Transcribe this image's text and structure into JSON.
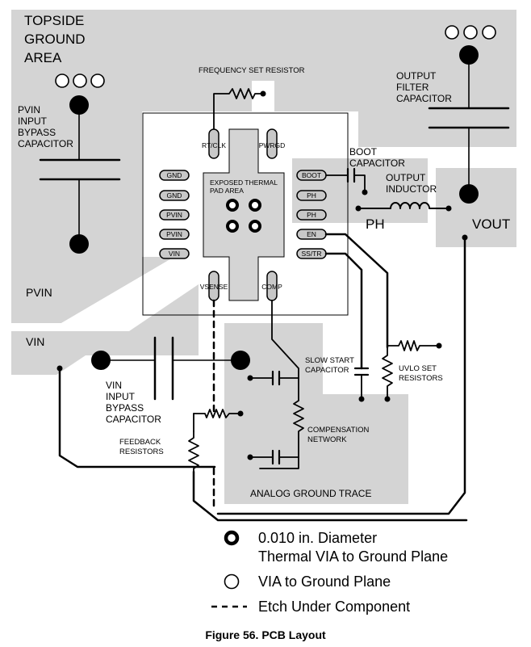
{
  "topside_ground_area": [
    "TOPSIDE",
    "GROUND",
    "AREA"
  ],
  "labels": {
    "frequency_set_resistor": "FREQUENCY SET RESISTOR",
    "pvin_input_bypass_capacitor": [
      "PVIN",
      "INPUT",
      "BYPASS",
      "CAPACITOR"
    ],
    "output_filter_capacitor": [
      "OUTPUT",
      "FILTER",
      "CAPACITOR"
    ],
    "boot_capacitor": [
      "BOOT",
      "CAPACITOR"
    ],
    "output_inductor": [
      "OUTPUT",
      "INDUCTOR"
    ],
    "ph": "PH",
    "vout": "VOUT",
    "pvin": "PVIN",
    "vin": "VIN",
    "exposed_thermal_pad_area": [
      "EXPOSED THERMAL",
      "PAD AREA"
    ],
    "vin_input_bypass_capacitor": [
      "VIN",
      "INPUT",
      "BYPASS",
      "CAPACITOR"
    ],
    "slow_start_capacitor": [
      "SLOW START",
      "CAPACITOR"
    ],
    "uvlo_set_resistors": [
      "UVLO SET",
      "RESISTORS"
    ],
    "compensation_network": [
      "COMPENSATION",
      "NETWORK"
    ],
    "feedback_resistors": [
      "FEEDBACK",
      "RESISTORS"
    ],
    "analog_ground_trace": "ANALOG GROUND TRACE"
  },
  "pins": {
    "rt_clk": "RT/CLK",
    "pwrgd": "PWRGD",
    "gnd1": "GND",
    "gnd2": "GND",
    "pvin1": "PVIN",
    "pvin2": "PVIN",
    "vin": "VIN",
    "boot": "BOOT",
    "ph1": "PH",
    "ph2": "PH",
    "en": "EN",
    "ss_tr": "SS/TR",
    "vsense": "VSENSE",
    "comp": "COMP"
  },
  "legend": {
    "thermal_via": [
      "0.010 in. Diameter",
      "Thermal VIA to Ground Plane"
    ],
    "via": "VIA to Ground Plane",
    "etch": "Etch Under Component"
  },
  "caption": "Figure 56.  PCB Layout"
}
